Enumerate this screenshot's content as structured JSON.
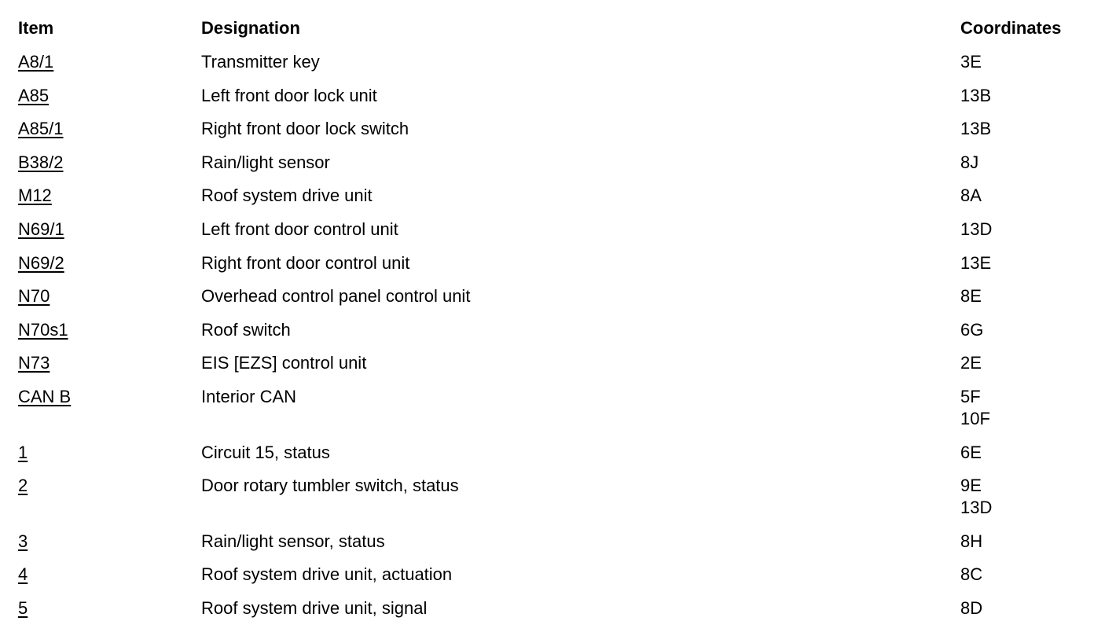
{
  "header": {
    "item": "Item",
    "designation": "Designation",
    "coordinates": "Coordinates"
  },
  "rows": [
    {
      "item": "A8/1",
      "designation": "Transmitter key",
      "coordinates": [
        "3E"
      ]
    },
    {
      "item": "A85",
      "designation": "Left front door lock unit",
      "coordinates": [
        "13B"
      ]
    },
    {
      "item": "A85/1",
      "designation": "Right front door lock switch",
      "coordinates": [
        "13B"
      ]
    },
    {
      "item": "B38/2",
      "designation": "Rain/light sensor",
      "coordinates": [
        "8J"
      ]
    },
    {
      "item": "M12",
      "designation": "Roof system drive unit",
      "coordinates": [
        "8A"
      ]
    },
    {
      "item": "N69/1",
      "designation": "Left front door control unit",
      "coordinates": [
        "13D"
      ]
    },
    {
      "item": "N69/2",
      "designation": "Right front door control unit",
      "coordinates": [
        "13E"
      ]
    },
    {
      "item": "N70",
      "designation": "Overhead control panel control unit",
      "coordinates": [
        "8E"
      ]
    },
    {
      "item": "N70s1",
      "designation": "Roof switch",
      "coordinates": [
        "6G"
      ]
    },
    {
      "item": "N73",
      "designation": "EIS [EZS] control unit",
      "coordinates": [
        "2E"
      ]
    },
    {
      "item": "CAN B",
      "designation": "Interior CAN",
      "coordinates": [
        "5F",
        "10F"
      ]
    },
    {
      "item": "1",
      "designation": "Circuit 15, status",
      "coordinates": [
        "6E"
      ]
    },
    {
      "item": "2",
      "designation": "Door rotary tumbler switch, status",
      "coordinates": [
        "9E",
        "13D"
      ]
    },
    {
      "item": "3",
      "designation": "Rain/light sensor, status",
      "coordinates": [
        "8H"
      ]
    },
    {
      "item": "4",
      "designation": "Roof system drive unit, actuation",
      "coordinates": [
        "8C"
      ]
    },
    {
      "item": "5",
      "designation": "Roof system drive unit, signal",
      "coordinates": [
        "8D"
      ]
    }
  ]
}
